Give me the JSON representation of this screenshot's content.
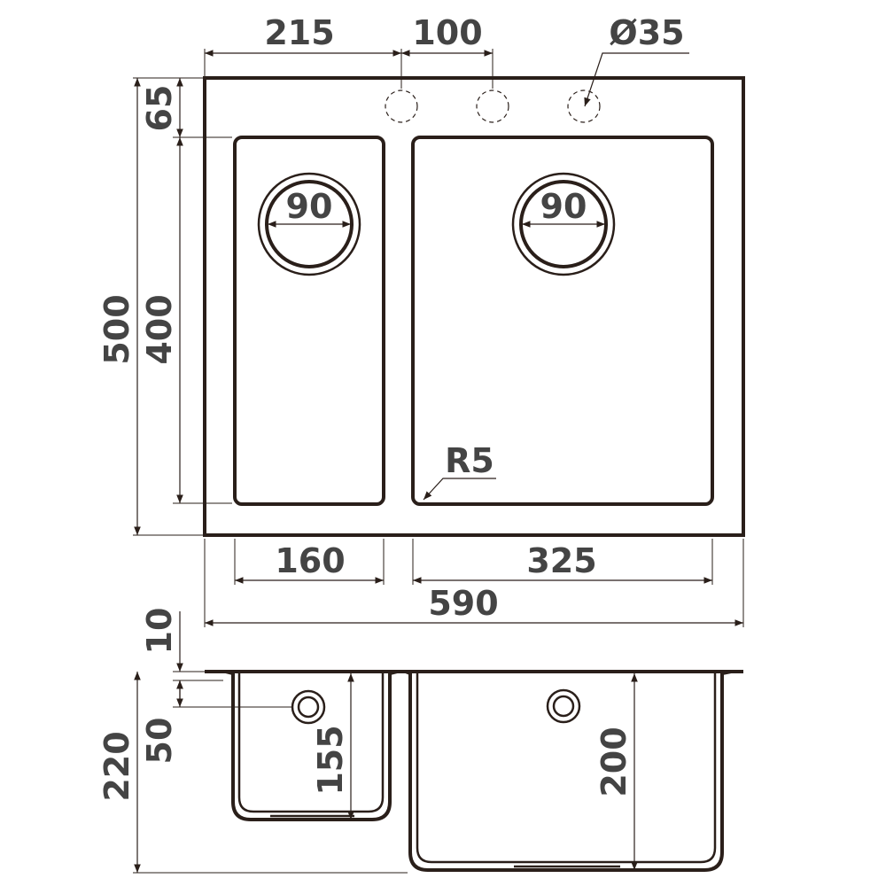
{
  "top_view": {
    "dim_tap_offset": "215",
    "dim_hole_spacing": "100",
    "dim_hole_diameter": "Ø35",
    "dim_back_margin": "65",
    "dim_total_depth": "500",
    "dim_bowl_depth": "400",
    "dim_small_drain": "90",
    "dim_large_drain": "90",
    "dim_corner_radius": "R5",
    "dim_small_bowl_width": "160",
    "dim_large_bowl_width": "325",
    "dim_total_width": "590"
  },
  "side_view": {
    "dim_rim_thickness": "10",
    "dim_overflow_height": "50",
    "dim_total_height": "220",
    "dim_small_bowl_height": "155",
    "dim_large_bowl_height": "200"
  },
  "colors": {
    "line": "#2a1f1a",
    "text": "#444444"
  }
}
